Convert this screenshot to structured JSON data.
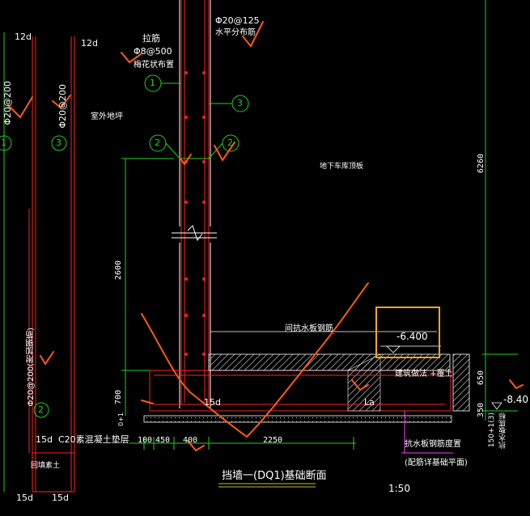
{
  "drawing": {
    "title": "挡墙一(DQ1)基础断面",
    "scale": "1:50",
    "labels": {
      "rebar_top": "Φ20@125",
      "rebar_top_sub": "水平分布筋",
      "tie": "拉筋",
      "tie_spec": "Φ8@500",
      "tie_sub": "梅花状布置",
      "outdoor": "室外地坪",
      "garage": "地下车库顶板",
      "waterproof": "间抗水板钢筋",
      "fill": "建筑做法 +覆土",
      "concrete": "C20素混凝土垫层",
      "fill_left": "回填素土",
      "rebar_left": "Φ20@200(附加钢筋)",
      "anti_water": "抗水板钢筋度置",
      "anti_water_sub": "(配筋详基础平面)",
      "left_rebar_1": "Φ20@200",
      "left_rebar_3": "Φ20@200",
      "la": "La",
      "d15_a": "15d",
      "d15_b": "15d",
      "d15_c": "15d",
      "d15_d": "15d",
      "d12_a": "12d",
      "d12_b": "12d",
      "elev_1": "-6.400",
      "elev_2": "-8.40",
      "base_note": "150+1(3)",
      "base_note_sub": "抗水板底标",
      "plus_zero": "0+1"
    },
    "callouts": [
      "1",
      "2",
      "2",
      "3",
      "1",
      "3",
      "2"
    ],
    "dims": {
      "h6260": "6260",
      "h2600": "2600",
      "h700": "700",
      "h650": "650",
      "h350": "350",
      "w100": "100",
      "w450": "450",
      "w400": "400",
      "w2250": "2250"
    },
    "colors": {
      "bg": "#000000",
      "wall": "#ff2020",
      "dim": "#20d020",
      "text": "#ffffff",
      "markup": "#ff5a14",
      "highlight": "#f5a623",
      "yellow": "#ffff40",
      "magenta": "#ff40ff",
      "cyan": "#40ffff"
    }
  }
}
